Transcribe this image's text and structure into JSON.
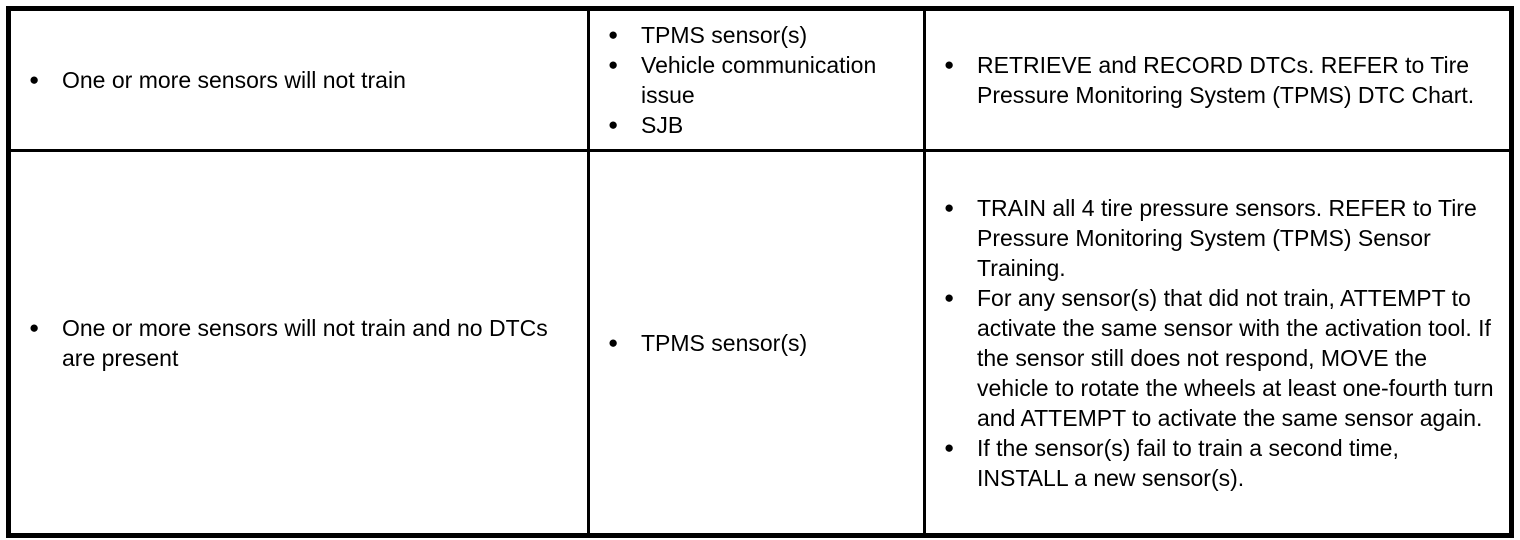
{
  "colors": {
    "border": "#000000",
    "background": "#ffffff",
    "text": "#000000"
  },
  "icons": {
    "bullet": "●"
  },
  "table": {
    "rows": [
      {
        "symptoms": [
          "One or more sensors will not train"
        ],
        "causes": [
          "TPMS sensor(s)",
          "Vehicle communication issue",
          "SJB"
        ],
        "actions": [
          "RETRIEVE and RECORD DTCs. REFER to Tire Pressure Monitoring System (TPMS) DTC Chart."
        ]
      },
      {
        "symptoms": [
          "One or more sensors will not train and no DTCs are present"
        ],
        "causes": [
          "TPMS sensor(s)"
        ],
        "actions": [
          "TRAIN all 4 tire pressure sensors. REFER to Tire Pressure Monitoring System (TPMS) Sensor Training.",
          "For any sensor(s) that did not train, ATTEMPT to activate the same sensor with the activation tool. If the sensor still does not respond, MOVE the vehicle to rotate the wheels at least one-fourth turn and ATTEMPT to activate the same sensor again.",
          "If the sensor(s) fail to train a second time, INSTALL a new sensor(s)."
        ]
      }
    ]
  }
}
